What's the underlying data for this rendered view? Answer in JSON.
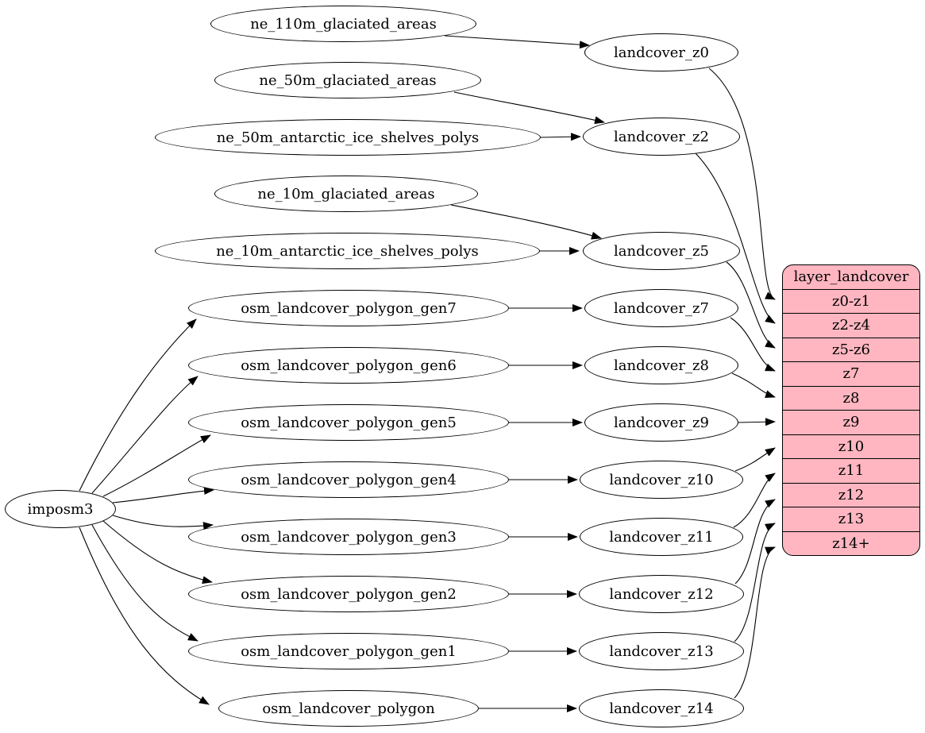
{
  "diagram": {
    "background_color": "#ffffff",
    "node_fill_color": "#ffffff",
    "node_border_color": "#000000",
    "nodes": {
      "imposm3": {
        "label": "imposm3"
      },
      "ne_110m_glaciated_areas": {
        "label": "ne_110m_glaciated_areas"
      },
      "ne_50m_glaciated_areas": {
        "label": "ne_50m_glaciated_areas"
      },
      "ne_50m_antarctic_ice_shelves_polys": {
        "label": "ne_50m_antarctic_ice_shelves_polys"
      },
      "ne_10m_glaciated_areas": {
        "label": "ne_10m_glaciated_areas"
      },
      "ne_10m_antarctic_ice_shelves_polys": {
        "label": "ne_10m_antarctic_ice_shelves_polys"
      },
      "osm_landcover_polygon_gen7": {
        "label": "osm_landcover_polygon_gen7"
      },
      "osm_landcover_polygon_gen6": {
        "label": "osm_landcover_polygon_gen6"
      },
      "osm_landcover_polygon_gen5": {
        "label": "osm_landcover_polygon_gen5"
      },
      "osm_landcover_polygon_gen4": {
        "label": "osm_landcover_polygon_gen4"
      },
      "osm_landcover_polygon_gen3": {
        "label": "osm_landcover_polygon_gen3"
      },
      "osm_landcover_polygon_gen2": {
        "label": "osm_landcover_polygon_gen2"
      },
      "osm_landcover_polygon_gen1": {
        "label": "osm_landcover_polygon_gen1"
      },
      "osm_landcover_polygon": {
        "label": "osm_landcover_polygon"
      },
      "landcover_z0": {
        "label": "landcover_z0"
      },
      "landcover_z2": {
        "label": "landcover_z2"
      },
      "landcover_z5": {
        "label": "landcover_z5"
      },
      "landcover_z7": {
        "label": "landcover_z7"
      },
      "landcover_z8": {
        "label": "landcover_z8"
      },
      "landcover_z9": {
        "label": "landcover_z9"
      },
      "landcover_z10": {
        "label": "landcover_z10"
      },
      "landcover_z11": {
        "label": "landcover_z11"
      },
      "landcover_z12": {
        "label": "landcover_z12"
      },
      "landcover_z13": {
        "label": "landcover_z13"
      },
      "landcover_z14": {
        "label": "landcover_z14"
      }
    },
    "table": {
      "title": "layer_landcover",
      "rows": [
        "z0-z1",
        "z2-z4",
        "z5-z6",
        "z7",
        "z8",
        "z9",
        "z10",
        "z11",
        "z12",
        "z13",
        "z14+"
      ],
      "fill_color": "#ffb6c1",
      "border_color": "#000000"
    },
    "edges": [
      [
        "ne_110m_glaciated_areas",
        "landcover_z0"
      ],
      [
        "ne_50m_glaciated_areas",
        "landcover_z2"
      ],
      [
        "ne_50m_antarctic_ice_shelves_polys",
        "landcover_z2"
      ],
      [
        "ne_10m_glaciated_areas",
        "landcover_z5"
      ],
      [
        "ne_10m_antarctic_ice_shelves_polys",
        "landcover_z5"
      ],
      [
        "imposm3",
        "osm_landcover_polygon_gen7"
      ],
      [
        "imposm3",
        "osm_landcover_polygon_gen6"
      ],
      [
        "imposm3",
        "osm_landcover_polygon_gen5"
      ],
      [
        "imposm3",
        "osm_landcover_polygon_gen4"
      ],
      [
        "imposm3",
        "osm_landcover_polygon_gen3"
      ],
      [
        "imposm3",
        "osm_landcover_polygon_gen2"
      ],
      [
        "imposm3",
        "osm_landcover_polygon_gen1"
      ],
      [
        "imposm3",
        "osm_landcover_polygon"
      ],
      [
        "osm_landcover_polygon_gen7",
        "landcover_z7"
      ],
      [
        "osm_landcover_polygon_gen6",
        "landcover_z8"
      ],
      [
        "osm_landcover_polygon_gen5",
        "landcover_z9"
      ],
      [
        "osm_landcover_polygon_gen4",
        "landcover_z10"
      ],
      [
        "osm_landcover_polygon_gen3",
        "landcover_z11"
      ],
      [
        "osm_landcover_polygon_gen2",
        "landcover_z12"
      ],
      [
        "osm_landcover_polygon_gen1",
        "landcover_z13"
      ],
      [
        "osm_landcover_polygon",
        "landcover_z14"
      ],
      [
        "landcover_z0",
        "layer_landcover:z0-z1"
      ],
      [
        "landcover_z2",
        "layer_landcover:z2-z4"
      ],
      [
        "landcover_z5",
        "layer_landcover:z5-z6"
      ],
      [
        "landcover_z7",
        "layer_landcover:z7"
      ],
      [
        "landcover_z8",
        "layer_landcover:z8"
      ],
      [
        "landcover_z9",
        "layer_landcover:z9"
      ],
      [
        "landcover_z10",
        "layer_landcover:z10"
      ],
      [
        "landcover_z11",
        "layer_landcover:z11"
      ],
      [
        "landcover_z12",
        "layer_landcover:z12"
      ],
      [
        "landcover_z13",
        "layer_landcover:z13"
      ],
      [
        "landcover_z14",
        "layer_landcover:z14+"
      ]
    ]
  }
}
